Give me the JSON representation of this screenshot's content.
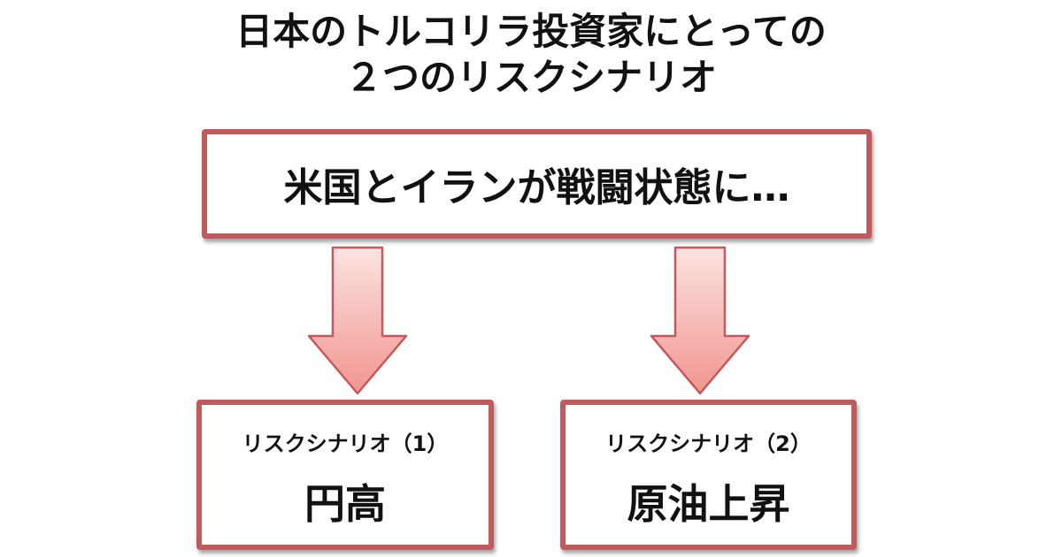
{
  "title": {
    "line1": "日本のトルコリラ投資家にとっての",
    "line2": "２つのリスクシナリオ"
  },
  "trigger": {
    "label": "米国とイランが戦闘状態に…"
  },
  "scenarios": [
    {
      "sub": "リスクシナリオ（1）",
      "main": "円高"
    },
    {
      "sub": "リスクシナリオ（2）",
      "main": "原油上昇"
    }
  ],
  "colors": {
    "box_border": "#c05a5c",
    "arrow_fill_top": "#fbe3e1",
    "arrow_fill_bottom": "#f29590",
    "arrow_stroke": "#c05a5c",
    "text": "#111111"
  }
}
